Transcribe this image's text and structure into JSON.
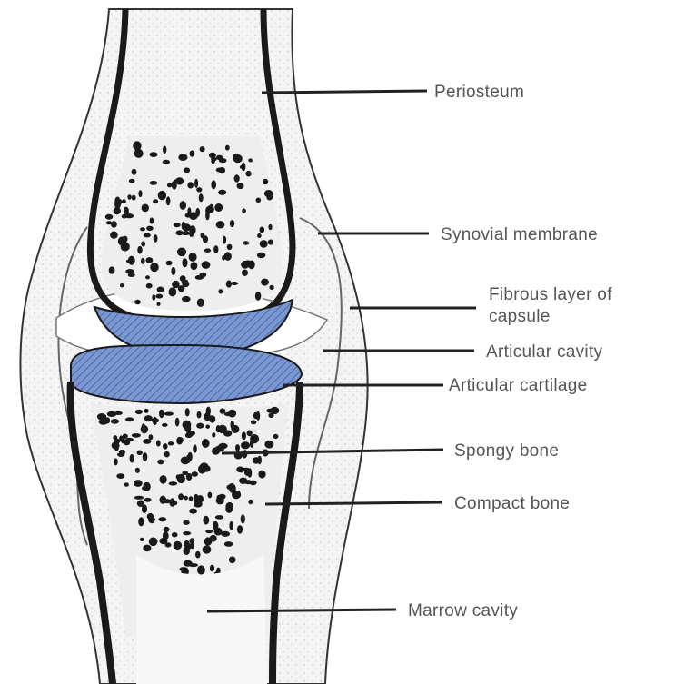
{
  "labels": {
    "periosteum": "Periosteum",
    "synovial_membrane": "Synovial membrane",
    "fibrous_layer_line1": "Fibrous layer of",
    "fibrous_layer_line2": "capsule",
    "articular_cavity": "Articular cavity",
    "articular_cartilage": "Articular cartilage",
    "spongy_bone": "Spongy bone",
    "compact_bone": "Compact bone",
    "marrow_cavity": "Marrow cavity"
  },
  "colors": {
    "cartilage": "#6f8cc8",
    "bone_outline": "#1a1a1a",
    "capsule_fill": "#f2f2f2",
    "leader": "#222222",
    "label_text": "#555555"
  }
}
